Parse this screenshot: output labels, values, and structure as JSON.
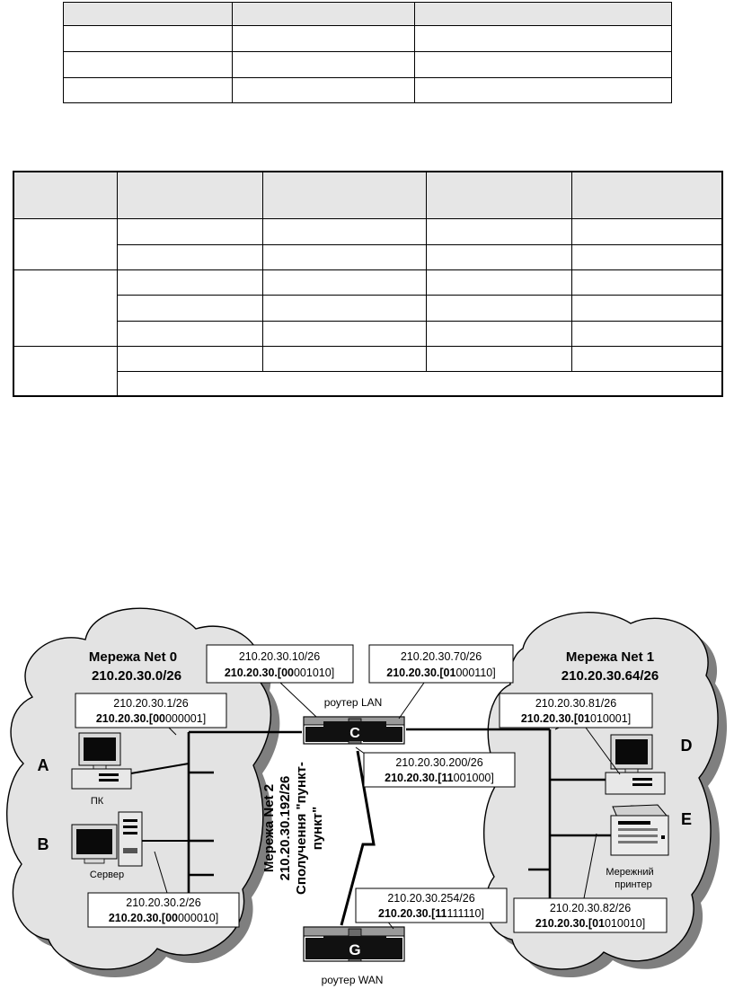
{
  "networks": {
    "net0": {
      "title": "Мережа Net 0",
      "address": "210.20.30.0/26"
    },
    "net1": {
      "title": "Мережа Net 1",
      "address": "210.20.30.64/26"
    },
    "net2": {
      "line1": "Мережа Net 2",
      "line2": "210.20.30.192/26",
      "line3": "Сполучення \"пункт-",
      "line4": "пункт\""
    }
  },
  "routers": {
    "lan": {
      "letter": "C",
      "label": "роутер LAN"
    },
    "wan": {
      "letter": "G",
      "label": "роутер WAN"
    }
  },
  "hosts": {
    "A": {
      "letter": "A",
      "label": "ПК"
    },
    "B": {
      "letter": "B",
      "label": "Сервер"
    },
    "D": {
      "letter": "D",
      "label": "ПК"
    },
    "E": {
      "letter": "E",
      "label_line1": "Мережний",
      "label_line2": "принтер"
    }
  },
  "address_labels": {
    "c_net0": {
      "addr": "210.20.30.10/26",
      "prefix": "210.20.30.",
      "bold_bits": "[00",
      "bits": "001010]"
    },
    "c_net1": {
      "addr": "210.20.30.70/26",
      "prefix": "210.20.30.",
      "bold_bits": "[01",
      "bits": "000110]"
    },
    "a": {
      "addr": "210.20.30.1/26",
      "prefix": "210.20.30.",
      "bold_bits": "[00",
      "bits": "000001]"
    },
    "d": {
      "addr": "210.20.30.81/26",
      "prefix": "210.20.30.",
      "bold_bits": "[01",
      "bits": "010001]"
    },
    "c_net2": {
      "addr": "210.20.30.200/26",
      "prefix": "210.20.30.",
      "bold_bits": "[11",
      "bits": "001000]"
    },
    "b": {
      "addr": "210.20.30.2/26",
      "prefix": "210.20.30.",
      "bold_bits": "[00",
      "bits": "000010]"
    },
    "g_net2": {
      "addr": "210.20.30.254/26",
      "prefix": "210.20.30.",
      "bold_bits": "[11",
      "bits": "111110]"
    },
    "e": {
      "addr": "210.20.30.82/26",
      "prefix": "210.20.30.",
      "bold_bits": "[01",
      "bits": "010010]"
    }
  }
}
